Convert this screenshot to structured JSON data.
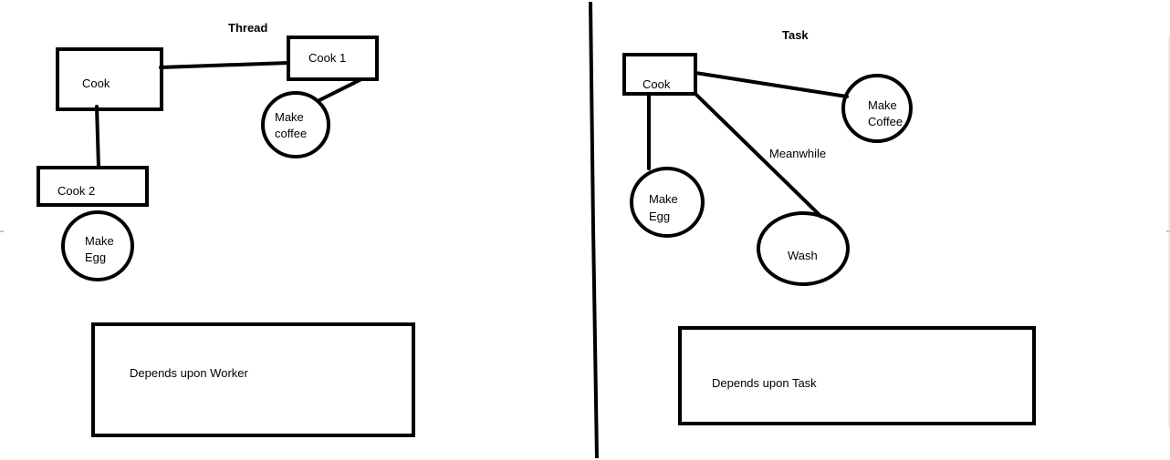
{
  "colors": {
    "ink": "#000000",
    "background": "#ffffff"
  },
  "left_panel": {
    "title": "Thread",
    "nodes": {
      "cook": "Cook",
      "cook1": "Cook 1",
      "cook2": "Cook 2",
      "make_coffee": [
        "Make",
        "coffee"
      ],
      "make_egg": [
        "Make",
        "Egg"
      ]
    },
    "footer": "Depends upon Worker"
  },
  "right_panel": {
    "title": "Task",
    "nodes": {
      "cook": "Cook",
      "make_coffee": [
        "Make",
        "Coffee"
      ],
      "make_egg": [
        "Make",
        "Egg"
      ],
      "wash": "Wash"
    },
    "edge_label": "Meanwhile",
    "footer": "Depends upon Task"
  }
}
